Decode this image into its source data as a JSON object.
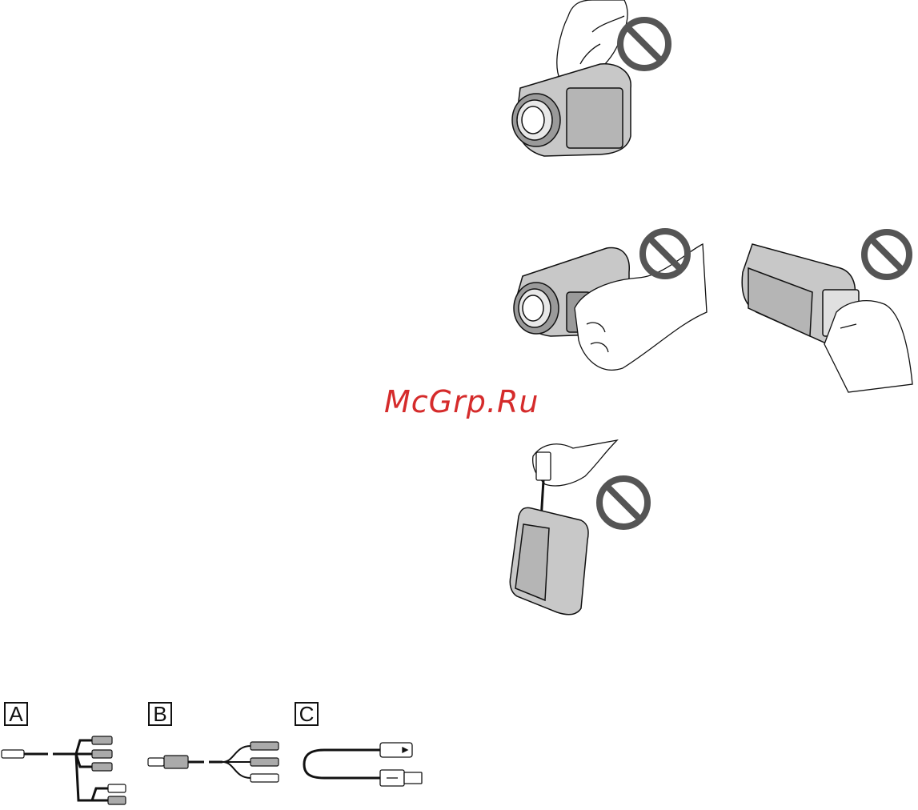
{
  "watermark": "McGrp.Ru",
  "accessories": {
    "labels": [
      "A",
      "B",
      "C"
    ]
  },
  "icons": {
    "prohibition": "prohibition-icon",
    "camcorder": "camcorder-icon",
    "hand": "hand-icon"
  },
  "colors": {
    "prohibition_stroke": "#555555",
    "camera_body": "#c8c8c8",
    "camera_dark": "#9a9a9a",
    "watermark": "#d52b2b",
    "line": "#111111"
  }
}
